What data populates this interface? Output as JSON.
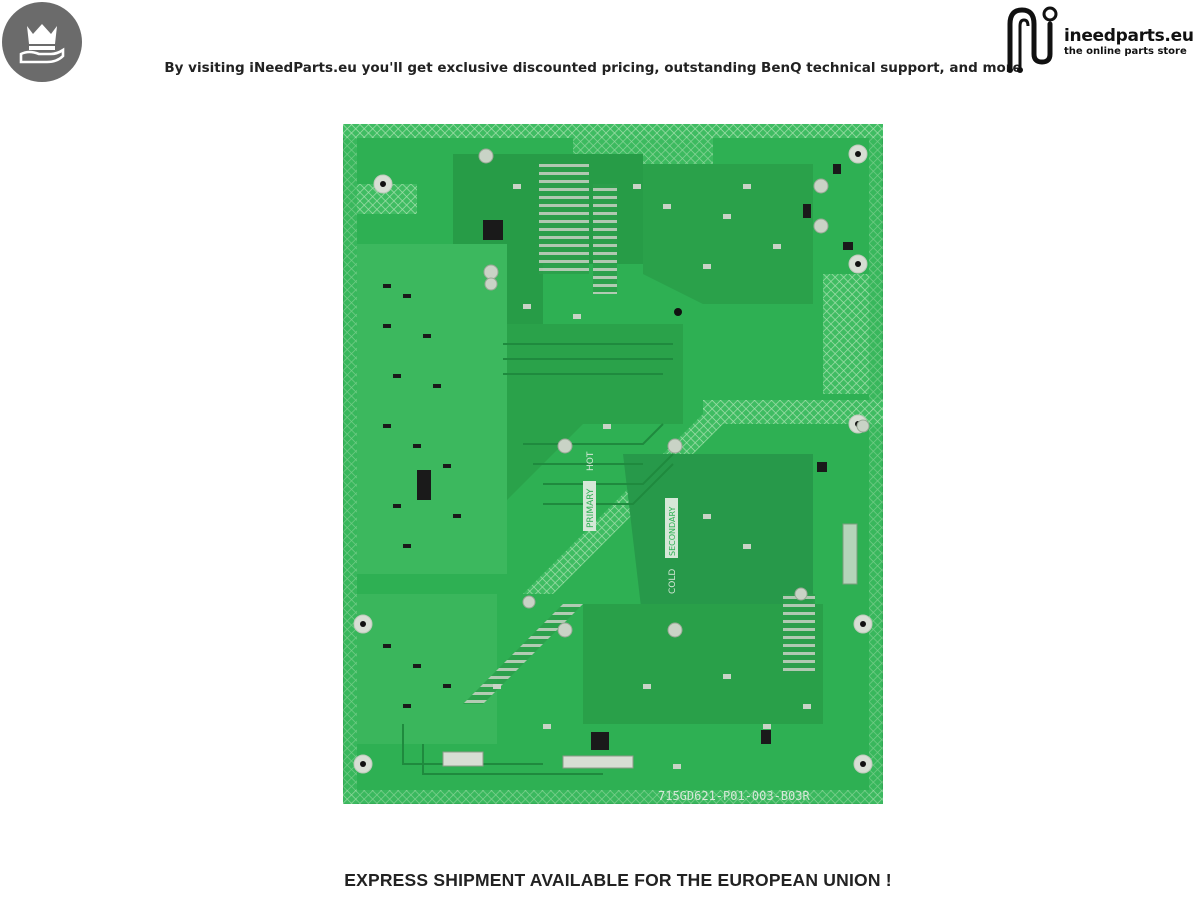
{
  "header": {
    "badge_icon": "crown-on-hand-icon",
    "tagline": "By visiting iNeedParts.eu you'll get exclusive discounted pricing, outstanding BenQ technical support, and more",
    "logo": {
      "name": "ineedparts.eu",
      "subtitle": "the online parts store",
      "icon": "circuit-n-logo-icon"
    }
  },
  "product": {
    "pcb_silkscreen": {
      "part_number": "715GD621-P01-003-B03R",
      "primary_label": "PRIMARY",
      "hot_label": "HOT",
      "secondary_label": "SECONDARY",
      "cold_label": "COLD"
    },
    "colors": {
      "board_green": "#2eb053",
      "copper_pad": "#c9d3c6",
      "hatch": "#8fd49a",
      "badge_gray": "#6b6b6b"
    }
  },
  "footer": {
    "notice": "EXPRESS SHIPMENT AVAILABLE FOR THE EUROPEAN UNION !"
  }
}
